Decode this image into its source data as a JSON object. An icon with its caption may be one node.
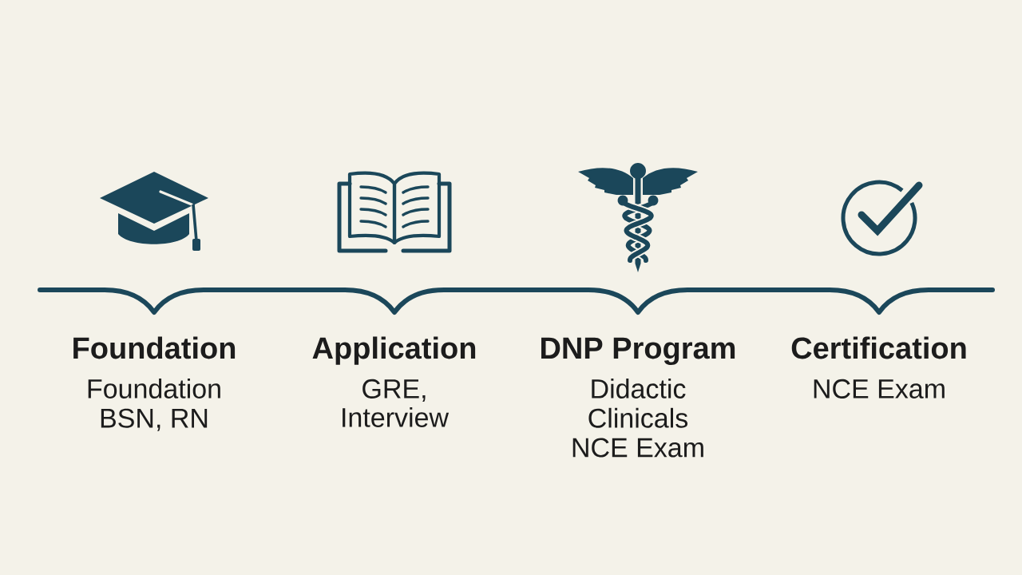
{
  "diagram": {
    "nodes": [
      {
        "text": [
          "Foundation",
          "Foundation",
          "BSN, RN"
        ]
      },
      {
        "text": [
          "Application",
          "GRE, Interview"
        ]
      },
      {
        "text": [
          "DNP Program",
          "Didactic",
          "Clinicals",
          "NCE Exam"
        ]
      },
      {
        "text": [
          "Certification",
          "NCE Exam"
        ]
      }
    ]
  }
}
